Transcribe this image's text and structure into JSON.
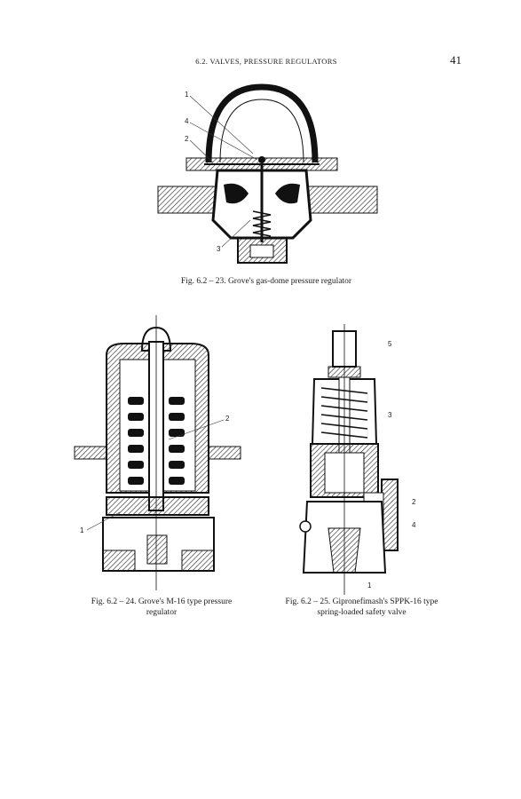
{
  "running_head": "6.2. VALVES, PRESSURE REGULATORS",
  "page_number": "41",
  "figures": {
    "fig23": {
      "caption": "Fig. 6.2 – 23. Grove's gas-dome pressure regulator",
      "labels": [
        "1",
        "4",
        "2",
        "3"
      ]
    },
    "fig24": {
      "caption_line1": "Fig. 6.2 – 24. Grove's M-16 type pressure",
      "caption_line2": "regulator",
      "labels": [
        "2",
        "1"
      ]
    },
    "fig25": {
      "caption_line1": "Fig. 6.2 – 25. Gipronefimash's SPPK-16 type",
      "caption_line2": "spring-loaded safety valve",
      "labels": [
        "5",
        "3",
        "2",
        "4",
        "1"
      ]
    }
  }
}
